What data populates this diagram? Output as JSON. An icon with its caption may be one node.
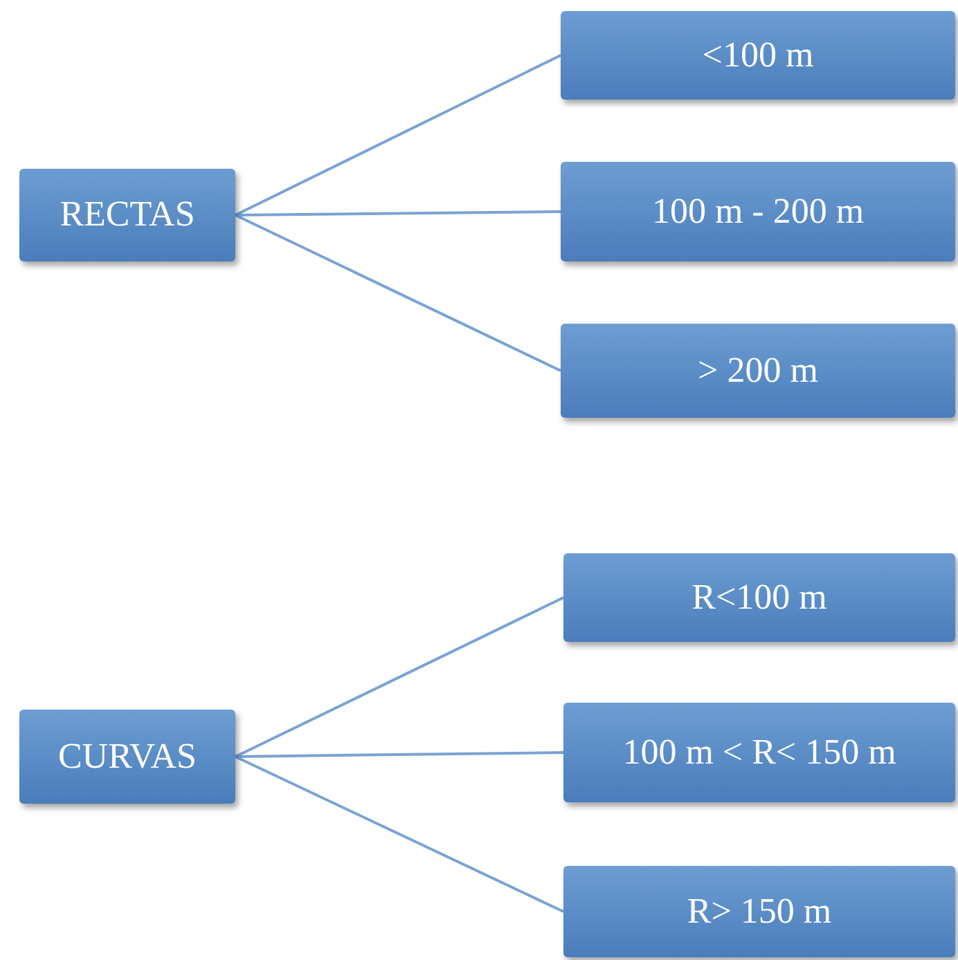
{
  "diagram": {
    "nodes": [
      {
        "text": [
          "RECTAS"
        ]
      },
      {
        "text": [
          "<100 m"
        ]
      },
      {
        "text": [
          "100 m - 200 m"
        ]
      },
      {
        "text": [
          "> 200 m"
        ]
      },
      {
        "text": [
          "CURVAS"
        ]
      },
      {
        "text": [
          "R<100 m"
        ]
      },
      {
        "text": [
          "100 m < R< 150 m"
        ]
      },
      {
        "text": [
          "R> 150 m"
        ]
      }
    ],
    "edges": [
      {
        "from": 0,
        "to": 1,
        "arrow": "none"
      },
      {
        "from": 0,
        "to": 2,
        "arrow": "none"
      },
      {
        "from": 0,
        "to": 3,
        "arrow": "none"
      },
      {
        "from": 4,
        "to": 5,
        "arrow": "none"
      },
      {
        "from": 4,
        "to": 6,
        "arrow": "none"
      },
      {
        "from": 4,
        "to": 7,
        "arrow": "none"
      }
    ]
  }
}
